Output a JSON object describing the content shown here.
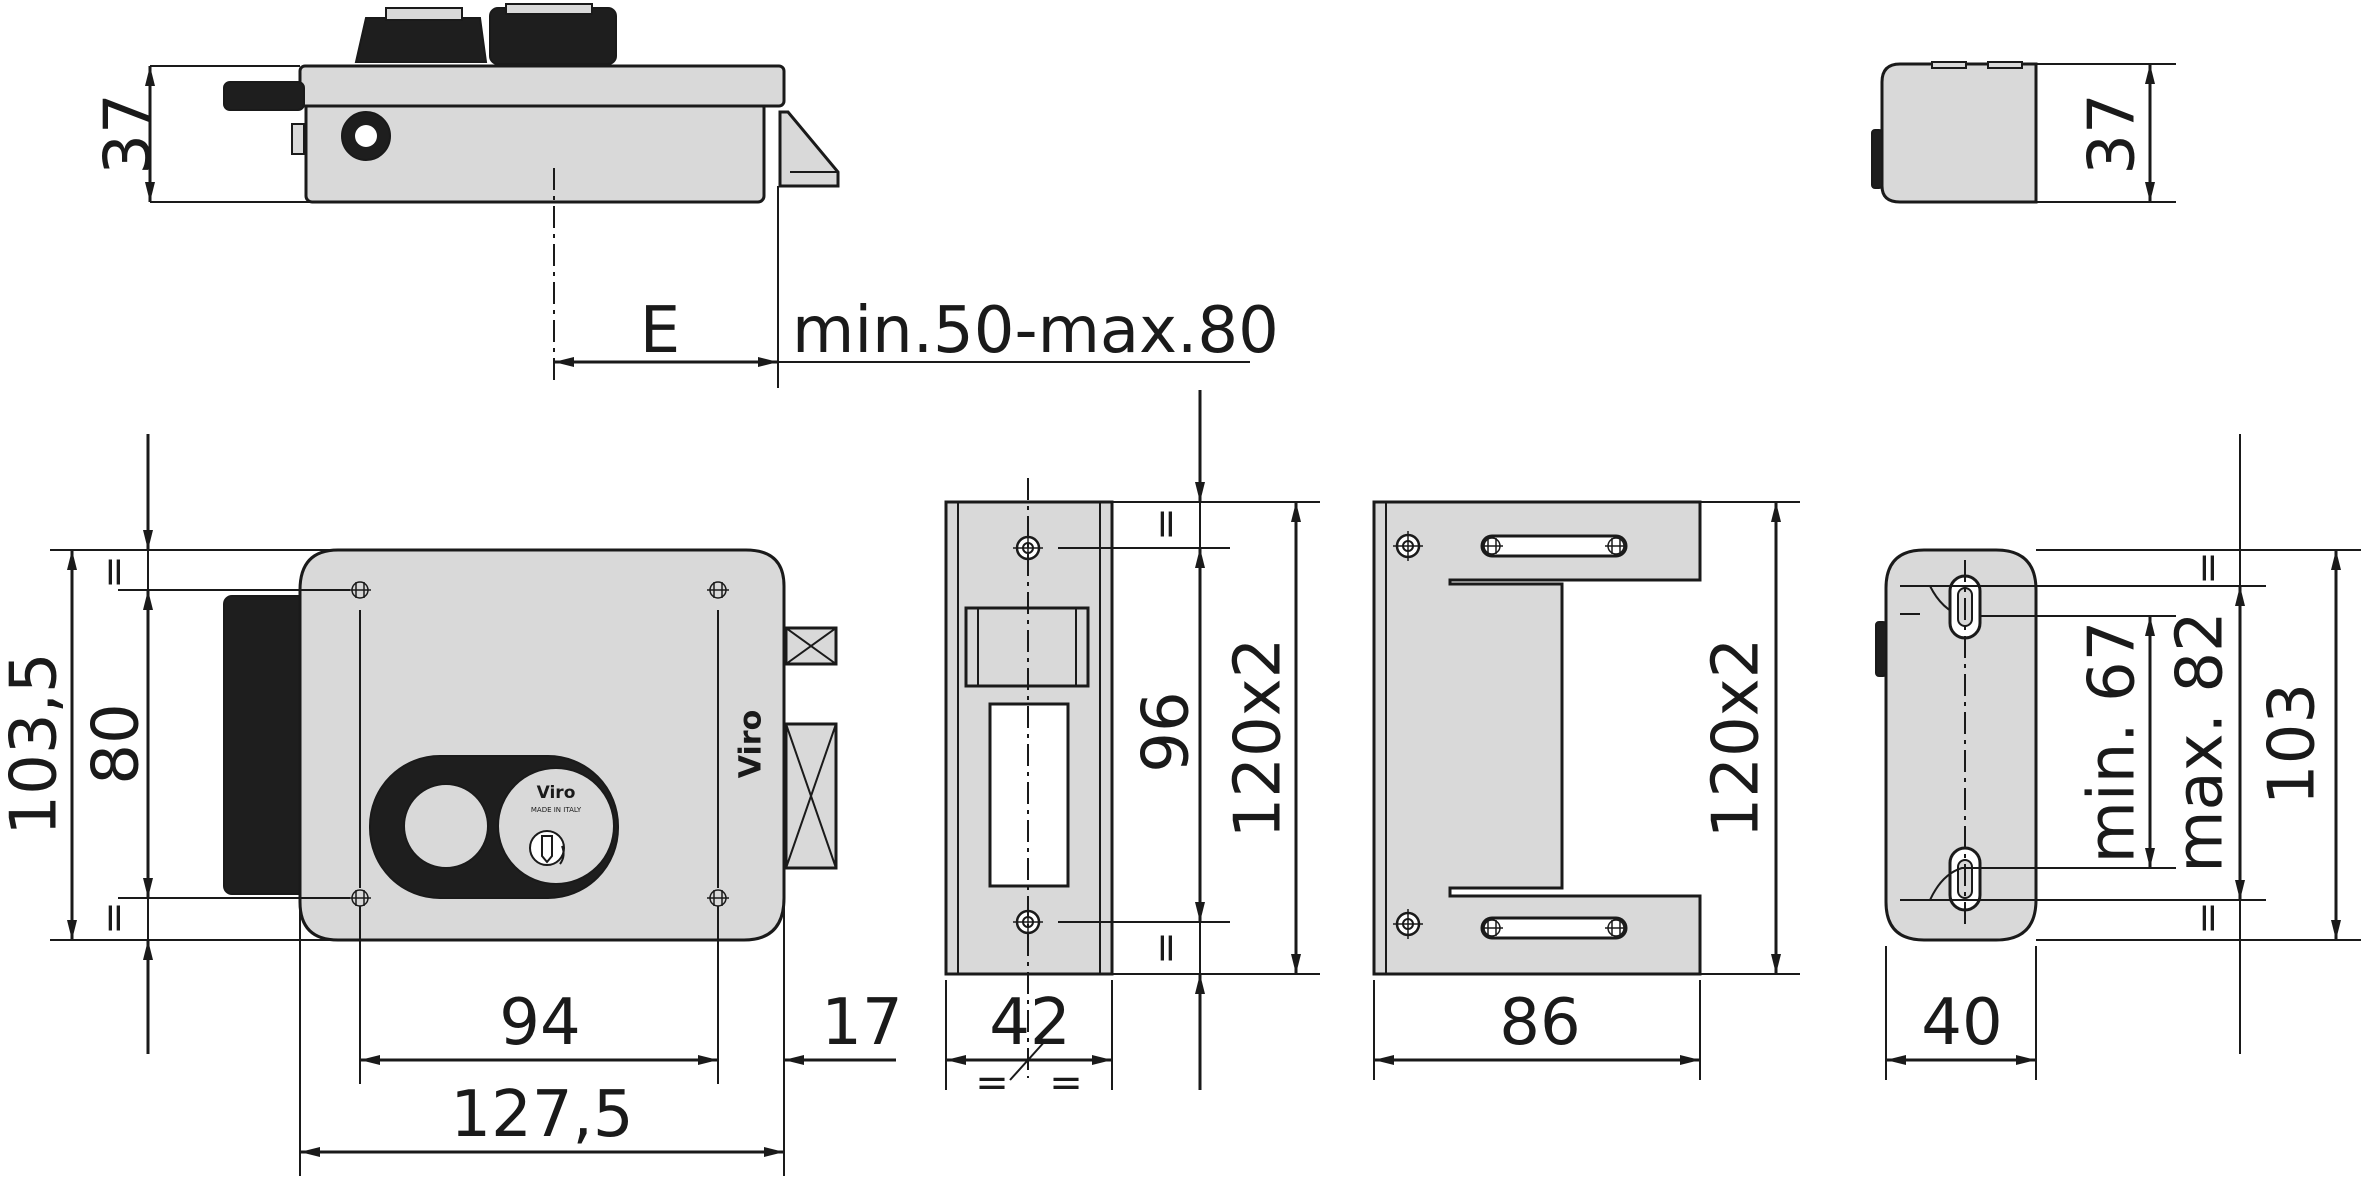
{
  "lock_top": {
    "height_label": "37"
  },
  "right_top": {
    "height_label": "37"
  },
  "projection": {
    "e_label": "E",
    "range_label": "min.50-max.80"
  },
  "front": {
    "overall_height_label": "103,5",
    "hole_spacing_label": "80",
    "hole_width_label": "94",
    "overall_width_label": "127,5",
    "bolt_label": "17",
    "eq_top": "=",
    "eq_bottom": "=",
    "brand": "Viro",
    "cyl_brand": "Viro",
    "cyl_text": "MADE IN ITALY"
  },
  "keeper": {
    "hole_spacing_label": "96",
    "height_label": "120x2",
    "width_label": "42",
    "eq_top": "=",
    "eq_bottom": "=",
    "eq_left": "=",
    "eq_right": "="
  },
  "bracket": {
    "height_label": "120x2",
    "width_label": "86"
  },
  "side": {
    "min_label": "min. 67",
    "max_label": "max. 82",
    "height_label": "103",
    "width_label": "40",
    "eq_top": "=",
    "eq_bottom": "="
  }
}
